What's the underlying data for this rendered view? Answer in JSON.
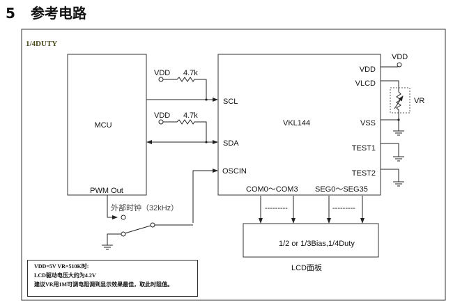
{
  "heading": {
    "number": "5",
    "title": "参考电路"
  },
  "diagram": {
    "frame_label": "1/4DUTY",
    "mcu": {
      "name": "MCU",
      "pin_pwm": "PWM Out"
    },
    "pullups": [
      {
        "supply": "VDD",
        "resistor": "4.7k"
      },
      {
        "supply": "VDD",
        "resistor": "4.7k"
      }
    ],
    "chip": {
      "name": "VKL144",
      "left_pins": [
        "SCL",
        "SDA",
        "OSCIN"
      ],
      "right_pins": [
        "VDD",
        "VLCD",
        "VSS",
        "TEST1",
        "TEST2"
      ],
      "bottom_pins": [
        "COM0～COM3",
        "SEG0～SEG35"
      ]
    },
    "vdd_terminal": "VDD",
    "variable_resistor": "VR",
    "external_clock": "外部时钟（32kHz）",
    "bus_dashes": [
      "---------",
      "---------"
    ],
    "lcd": {
      "text": "1/2 or 1/3Bias,1/4Duty",
      "caption": "LCD面板"
    },
    "note_lines": [
      "VDD=5V VR=510K时:",
      "LCD驱动电压大约为4.2V",
      "建议VR用1M可调电阻调到显示效果最佳，取此时阻值。"
    ],
    "colors": {
      "line": "#222222",
      "frame_label": "#4a4a1a"
    }
  }
}
